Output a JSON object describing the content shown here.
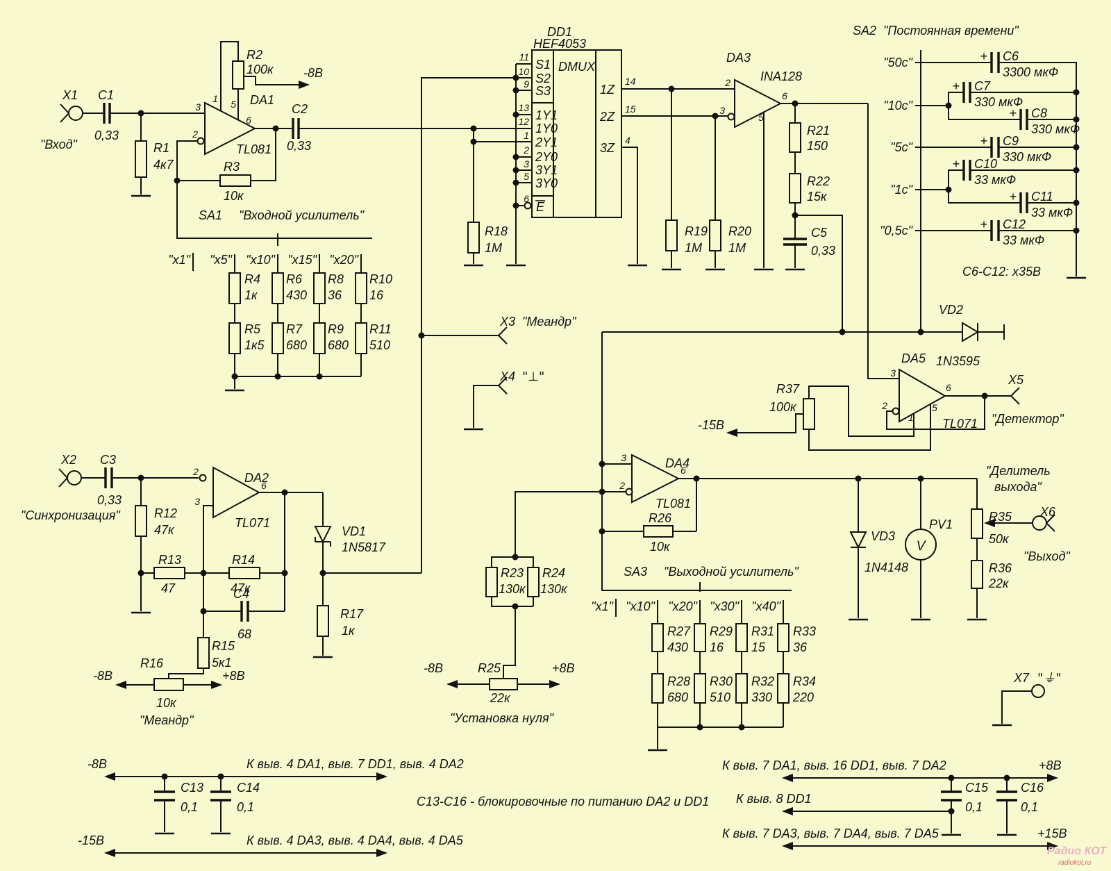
{
  "schematic": {
    "plus": "+",
    "connectors": {
      "x1": {
        "ref": "X1",
        "label": "\"Вход\""
      },
      "x2": {
        "ref": "X2",
        "label": "\"Синхронизация\""
      },
      "x3": {
        "ref": "X3",
        "label": "\"Меандр\""
      },
      "x4": {
        "ref": "X4",
        "label": "\"⊥\""
      },
      "x5": {
        "ref": "X5",
        "label": "\"Детектор\""
      },
      "x6": {
        "ref": "X6",
        "label": "\"Выход\""
      },
      "x7": {
        "ref": "X7",
        "label": "\"⏚\""
      }
    },
    "opamps": {
      "da1": {
        "ref": "DA1",
        "part": "TL081"
      },
      "da2": {
        "ref": "DA2",
        "part": "TL071"
      },
      "da3": {
        "ref": "DA3",
        "part": "INA128"
      },
      "da4": {
        "ref": "DA4",
        "part": "TL081"
      },
      "da5": {
        "ref": "DA5",
        "part": "TL071"
      }
    },
    "ic": {
      "ref": "DD1",
      "part": "HEF4053",
      "func": "DMUX",
      "pins": {
        "s1": "S1",
        "s2": "S2",
        "s3": "S3",
        "y11": "1Y1",
        "y10": "1Y0",
        "y21": "2Y1",
        "y20": "2Y0",
        "y31": "3Y1",
        "y30": "3Y0",
        "en": "E",
        "z1": "1Z",
        "z2": "2Z",
        "z3": "3Z"
      }
    },
    "pn": {
      "1": "1",
      "2": "2",
      "3": "3",
      "4": "4",
      "5": "5",
      "6": "6",
      "9": "9",
      "10": "10",
      "11": "11",
      "12": "12",
      "13": "13",
      "14": "14",
      "15": "15"
    },
    "switches": {
      "sa1": {
        "ref": "SA1",
        "name": "\"Входной усилитель\"",
        "positions": [
          "\"x1\"",
          "\"x5\"",
          "\"x10\"",
          "\"x15\"",
          "\"x20\""
        ]
      },
      "sa2": {
        "ref": "SA2",
        "name": "\"Постоянная времени\"",
        "positions": [
          "\"50с\"",
          "\"10с\"",
          "\"5с\"",
          "\"1с\"",
          "\"0,5с\""
        ]
      },
      "sa3": {
        "ref": "SA3",
        "name": "\"Выходной усилитель\"",
        "positions": [
          "\"x1\"",
          "\"x10\"",
          "\"x20\"",
          "\"x30\"",
          "\"x40\""
        ]
      }
    },
    "resistors": {
      "r1": {
        "ref": "R1",
        "val": "4к7"
      },
      "r2": {
        "ref": "R2",
        "val": "100к"
      },
      "r3": {
        "ref": "R3",
        "val": "10к"
      },
      "r4": {
        "ref": "R4",
        "val": "1к"
      },
      "r5": {
        "ref": "R5",
        "val": "1к5"
      },
      "r6": {
        "ref": "R6",
        "val": "430"
      },
      "r7": {
        "ref": "R7",
        "val": "680"
      },
      "r8": {
        "ref": "R8",
        "val": "36"
      },
      "r9": {
        "ref": "R9",
        "val": "680"
      },
      "r10": {
        "ref": "R10",
        "val": "16"
      },
      "r11": {
        "ref": "R11",
        "val": "510"
      },
      "r12": {
        "ref": "R12",
        "val": "47к"
      },
      "r13": {
        "ref": "R13",
        "val": "47"
      },
      "r14": {
        "ref": "R14",
        "val": "47к"
      },
      "r15": {
        "ref": "R15",
        "val": "5к1"
      },
      "r16": {
        "ref": "R16",
        "val": "10к"
      },
      "r17": {
        "ref": "R17",
        "val": "1к"
      },
      "r18": {
        "ref": "R18",
        "val": "1M"
      },
      "r19": {
        "ref": "R19",
        "val": "1M"
      },
      "r20": {
        "ref": "R20",
        "val": "1M"
      },
      "r21": {
        "ref": "R21",
        "val": "150"
      },
      "r22": {
        "ref": "R22",
        "val": "15к"
      },
      "r23": {
        "ref": "R23",
        "val": "130к"
      },
      "r24": {
        "ref": "R24",
        "val": "130к"
      },
      "r25": {
        "ref": "R25",
        "val": "22к"
      },
      "r26": {
        "ref": "R26",
        "val": "10к"
      },
      "r27": {
        "ref": "R27",
        "val": "430"
      },
      "r28": {
        "ref": "R28",
        "val": "680"
      },
      "r29": {
        "ref": "R29",
        "val": "16"
      },
      "r30": {
        "ref": "R30",
        "val": "510"
      },
      "r31": {
        "ref": "R31",
        "val": "15"
      },
      "r32": {
        "ref": "R32",
        "val": "330"
      },
      "r33": {
        "ref": "R33",
        "val": "36"
      },
      "r34": {
        "ref": "R34",
        "val": "220"
      },
      "r35": {
        "ref": "R35",
        "val": "50к"
      },
      "r36": {
        "ref": "R36",
        "val": "22к"
      },
      "r37": {
        "ref": "R37",
        "val": "100к"
      }
    },
    "capacitors": {
      "c1": {
        "ref": "C1",
        "val": "0,33"
      },
      "c2": {
        "ref": "C2",
        "val": "0,33"
      },
      "c3": {
        "ref": "C3",
        "val": "0,33"
      },
      "c4": {
        "ref": "C4",
        "val": "68"
      },
      "c5": {
        "ref": "C5",
        "val": "0,33"
      },
      "c6": {
        "ref": "C6",
        "val": "3300 мкФ"
      },
      "c7": {
        "ref": "C7",
        "val": "330 мкФ"
      },
      "c8": {
        "ref": "C8",
        "val": "330 мкФ"
      },
      "c9": {
        "ref": "C9",
        "val": "330 мкФ"
      },
      "c10": {
        "ref": "C10",
        "val": "33 мкФ"
      },
      "c11": {
        "ref": "C11",
        "val": "33 мкФ"
      },
      "c12": {
        "ref": "C12",
        "val": "33 мкФ"
      },
      "c13": {
        "ref": "C13",
        "val": "0,1"
      },
      "c14": {
        "ref": "C14",
        "val": "0,1"
      },
      "c15": {
        "ref": "C15",
        "val": "0,1"
      },
      "c16": {
        "ref": "C16",
        "val": "0,1"
      }
    },
    "diodes": {
      "vd1": {
        "ref": "VD1",
        "part": "1N5817"
      },
      "vd2": {
        "ref": "VD2",
        "part": "1N3595"
      },
      "vd3": {
        "ref": "VD3",
        "part": "1N4148"
      }
    },
    "meter": {
      "ref": "PV1",
      "unit": "V"
    },
    "supplies": {
      "m8": "-8В",
      "p8": "+8В",
      "m15": "-15В",
      "p15": "+15В"
    },
    "rails": {
      "l1": "К выв. 4 DA1, выв. 7 DD1, выв. 4 DA2",
      "l2": "К выв. 4 DA3, выв. 4 DA4, выв. 4 DA5",
      "r1": "К выв. 7 DA1, выв. 16 DD1, выв. 7 DA2",
      "r2": "К выв. 8 DD1",
      "r3": "К выв. 7 DA3, выв. 7 DA4, выв. 7 DA5"
    },
    "notes": {
      "caps": "С6-С12: х35В",
      "block": "С13-С16 - блокировочные по питанию DA2 и DD1",
      "zero": "\"Установка нуля\"",
      "meandr": "\"Меандр\"",
      "div1": "\"Делитель",
      "div2": "выхода\""
    },
    "watermark": {
      "l1": "Радио КОТ",
      "l2": "radiokot.ru"
    }
  }
}
